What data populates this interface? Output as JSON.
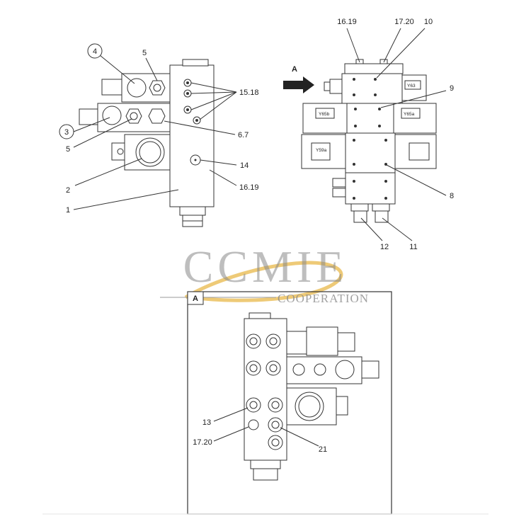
{
  "diagram": {
    "left_view_labels": [
      "4",
      "5",
      "15.18",
      "3",
      "5",
      "6.7",
      "14",
      "2",
      "16.19",
      "1"
    ],
    "right_view_labels": [
      "16.19",
      "17.20",
      "10",
      "A",
      "9",
      "8",
      "12",
      "11"
    ],
    "valve_tags": [
      "Y63",
      "Y65b",
      "Y65a",
      "Y59a"
    ],
    "detail_view": {
      "title": "A",
      "labels": [
        "13",
        "17.20",
        "21"
      ]
    }
  },
  "watermark": {
    "brand": "CCMIE",
    "subtitle": "COOPERATION",
    "accent_color": "#e8b84a"
  }
}
